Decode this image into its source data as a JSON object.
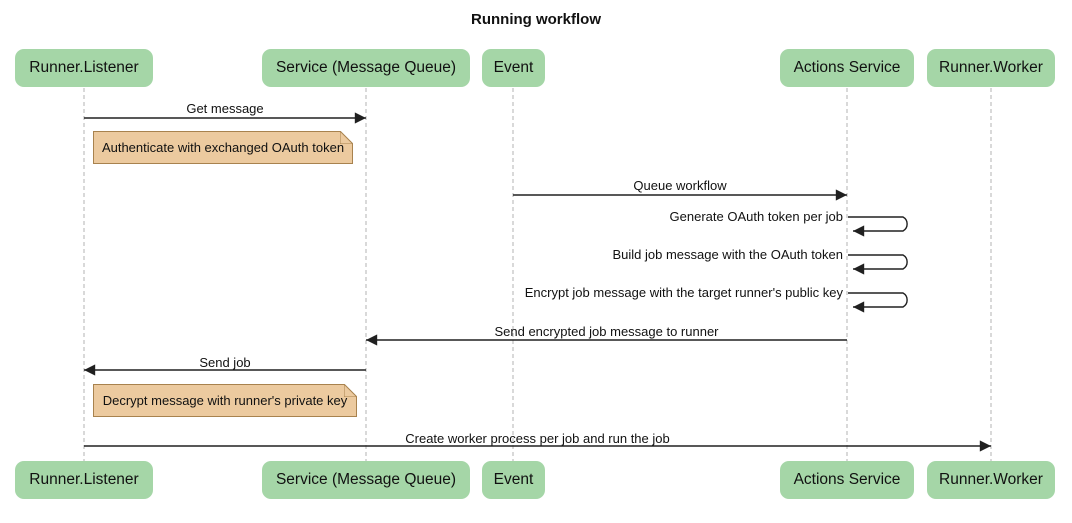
{
  "title": "Running workflow",
  "diagram_type": "sequence",
  "colors": {
    "actor_fill": "#a5d6a7",
    "note_fill": "#ecca9f",
    "note_border": "#a8824e",
    "lifeline": "#b3b3b3",
    "arrow": "#202020",
    "text": "#111111",
    "background": "#ffffff"
  },
  "participants": [
    {
      "label": "Runner.Listener"
    },
    {
      "label": "Service (Message Queue)"
    },
    {
      "label": "Event"
    },
    {
      "label": "Actions Service"
    },
    {
      "label": "Runner.Worker"
    }
  ],
  "messages": [
    {
      "label": "Get message",
      "from": "Runner.Listener",
      "to": "Service (Message Queue)",
      "type": "arrow"
    },
    {
      "label": "Queue workflow",
      "from": "Event",
      "to": "Actions Service",
      "type": "arrow"
    },
    {
      "label": "Generate OAuth token per job",
      "from": "Actions Service",
      "to": "Actions Service",
      "type": "self"
    },
    {
      "label": "Build job message with the OAuth token",
      "from": "Actions Service",
      "to": "Actions Service",
      "type": "self"
    },
    {
      "label": "Encrypt job message with the target runner's public key",
      "from": "Actions Service",
      "to": "Actions Service",
      "type": "self"
    },
    {
      "label": "Send encrypted job message to runner",
      "from": "Actions Service",
      "to": "Service (Message Queue)",
      "type": "arrow"
    },
    {
      "label": "Send job",
      "from": "Service (Message Queue)",
      "to": "Runner.Listener",
      "type": "arrow"
    },
    {
      "label": "Create worker process per job and run the job",
      "from": "Runner.Listener",
      "to": "Runner.Worker",
      "type": "arrow"
    }
  ],
  "notes": [
    {
      "label": "Authenticate with exchanged OAuth token"
    },
    {
      "label": "Decrypt message with runner's private key"
    }
  ]
}
